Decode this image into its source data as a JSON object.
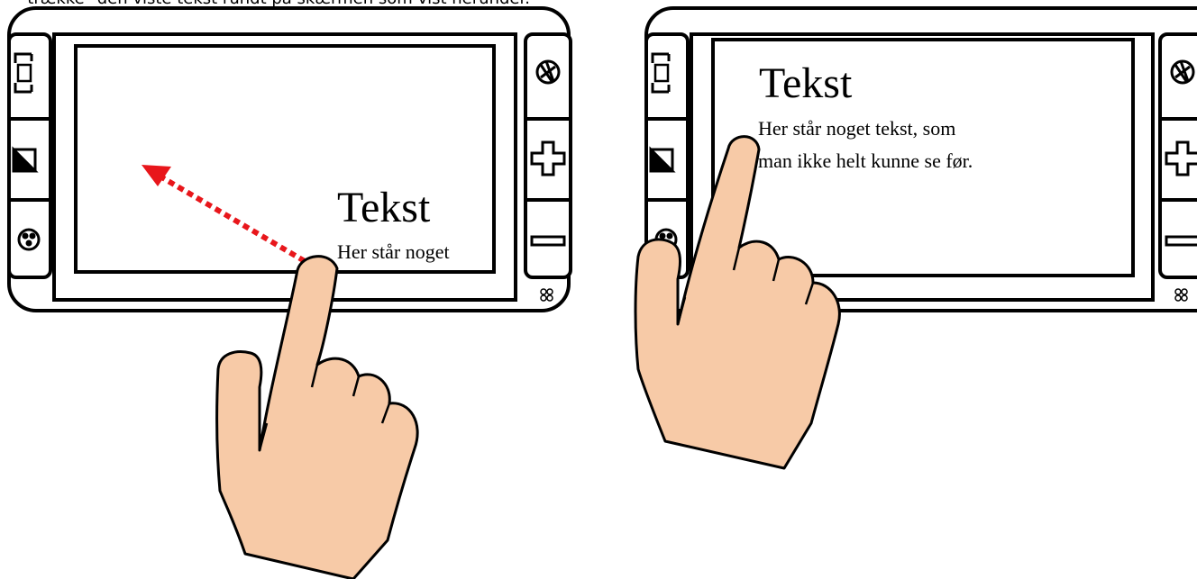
{
  "caption": "\"trække\" den viste tekst rundt på skærmen som vist herunder.",
  "colors": {
    "skin": "#f7caa7",
    "arrow": "#e8161b",
    "outline": "#000000"
  },
  "icons": [
    "capture-icon",
    "contrast-icon",
    "reading-mode-icon",
    "camera-aperture-icon",
    "plus-icon",
    "minus-icon",
    "menu-dots-icon"
  ],
  "left_device": {
    "heading": "Tekst",
    "body_lines": [
      "Her står noget"
    ]
  },
  "right_device": {
    "heading": "Tekst",
    "body_lines": [
      "Her står noget tekst, som",
      "man ikke helt kunne se før."
    ]
  }
}
